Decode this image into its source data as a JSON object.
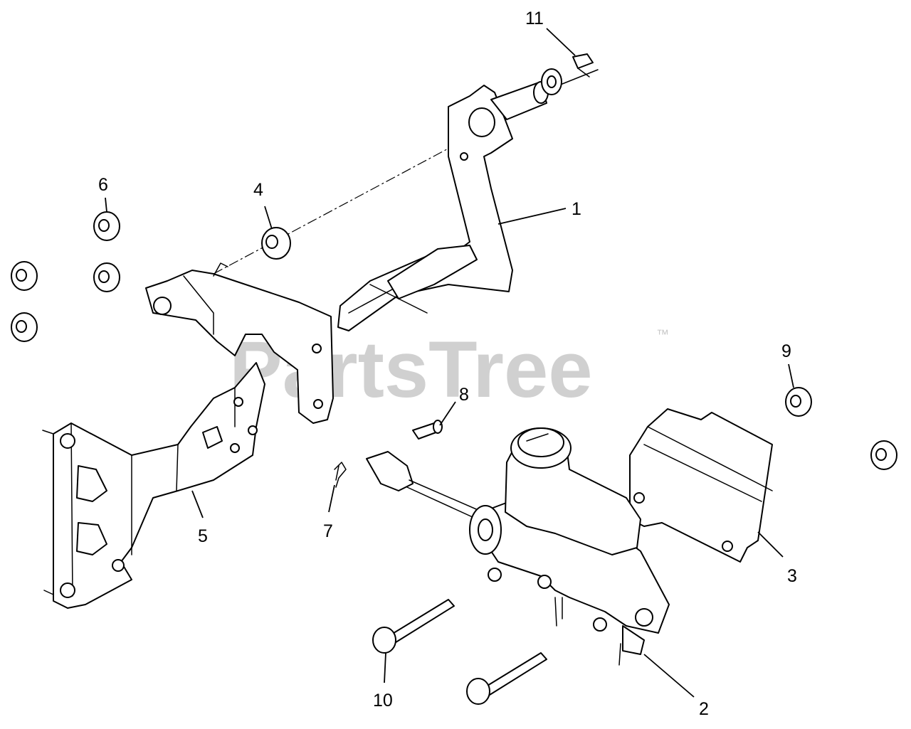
{
  "watermark": {
    "text": "PartsTree",
    "trademark": "™"
  },
  "callouts": [
    "1",
    "2",
    "3",
    "4",
    "5",
    "6",
    "7",
    "8",
    "9",
    "10",
    "11"
  ],
  "colors": {
    "line": "#000000",
    "background": "#ffffff",
    "watermark": "#c8c8c8"
  }
}
